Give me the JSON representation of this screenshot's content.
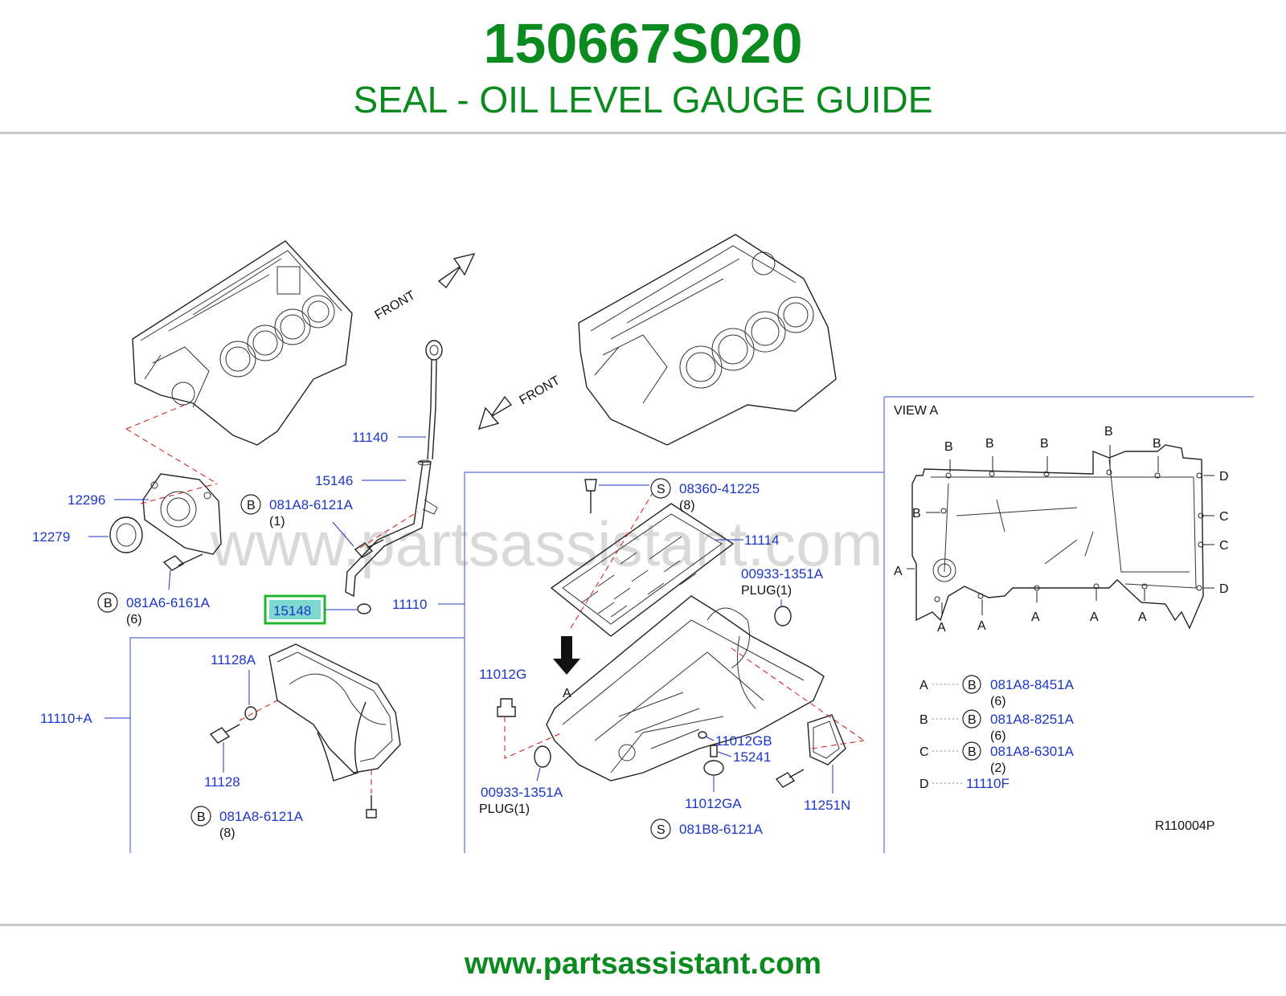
{
  "header": {
    "part_number": "150667S020",
    "part_name": "SEAL - OIL LEVEL GAUGE GUIDE"
  },
  "footer": {
    "url": "www.partsassistant.com"
  },
  "diagram": {
    "watermark": "www.partsassistant.com",
    "front_label_1": "FRONT",
    "front_label_2": "FRONT",
    "view_title": "VIEW   A",
    "ref_code": "R110004P",
    "arrow_label": "A",
    "highlighted_part": "15148",
    "parts": {
      "p11140": "11140",
      "p15146": "15146",
      "p12296": "12296",
      "p12279": "12279",
      "p11110": "11110",
      "p11110a": "11110+A",
      "p11128a": "11128A",
      "p11128": "11128",
      "p11114": "11114",
      "p11012g": "11012G",
      "p11012gb": "11012GB",
      "p15241": "15241",
      "p11012ga": "11012GA",
      "p11251n": "11251N",
      "plug_top_no": "00933-1351A",
      "plug_top_label": "PLUG(1)",
      "plug_bot_no": "00933-1351A",
      "plug_bot_label": "PLUG(1)"
    },
    "bolts": {
      "b1_badge": "B",
      "b1_no": "081A8-6121A",
      "b1_qty": "(1)",
      "b2_badge": "B",
      "b2_no": "081A6-6161A",
      "b2_qty": "(6)",
      "b3_badge": "B",
      "b3_no": "081A8-6121A",
      "b3_qty": "(8)",
      "s1_badge": "S",
      "s1_no": "08360-41225",
      "s1_qty": "(8)",
      "s2_badge": "S",
      "s2_no": "081B8-6121A"
    },
    "view_points": {
      "b": "B",
      "c": "C",
      "d": "D",
      "a": "A"
    },
    "legend": [
      {
        "key": "A",
        "badge": "B",
        "part": "081A8-8451A",
        "qty": "(6)"
      },
      {
        "key": "B",
        "badge": "B",
        "part": "081A8-8251A",
        "qty": "(6)"
      },
      {
        "key": "C",
        "badge": "B",
        "part": "081A8-6301A",
        "qty": "(2)"
      },
      {
        "key": "D",
        "badge": "",
        "part": "11110F",
        "qty": ""
      }
    ]
  }
}
